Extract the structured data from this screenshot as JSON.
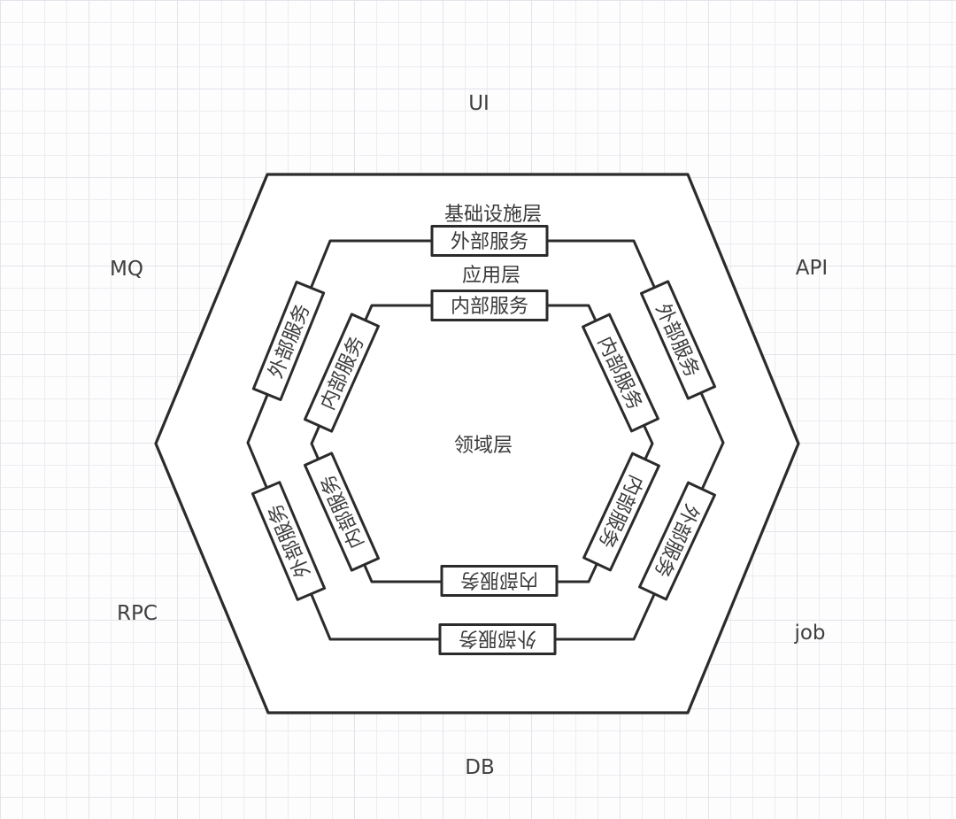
{
  "diagram_title": "hexagonal-architecture",
  "colors": {
    "line": "#2b2b2b",
    "shape_fill": "#ffffff",
    "label_text": "#3a3a3a",
    "adapter_text": "#3f3f3f",
    "grid_minor": "#ededf2",
    "grid_major": "#e3e3ea",
    "background": "#fdfdfe"
  },
  "adapters": {
    "top": "UI",
    "top_right": "API",
    "bottom_right": "job",
    "bottom": "DB",
    "bottom_left": "RPC",
    "top_left": "MQ"
  },
  "layers": {
    "infrastructure": "基础设施层",
    "application": "应用层",
    "domain": "领域层"
  },
  "services": {
    "external": "外部服务",
    "internal": "内部服务"
  }
}
